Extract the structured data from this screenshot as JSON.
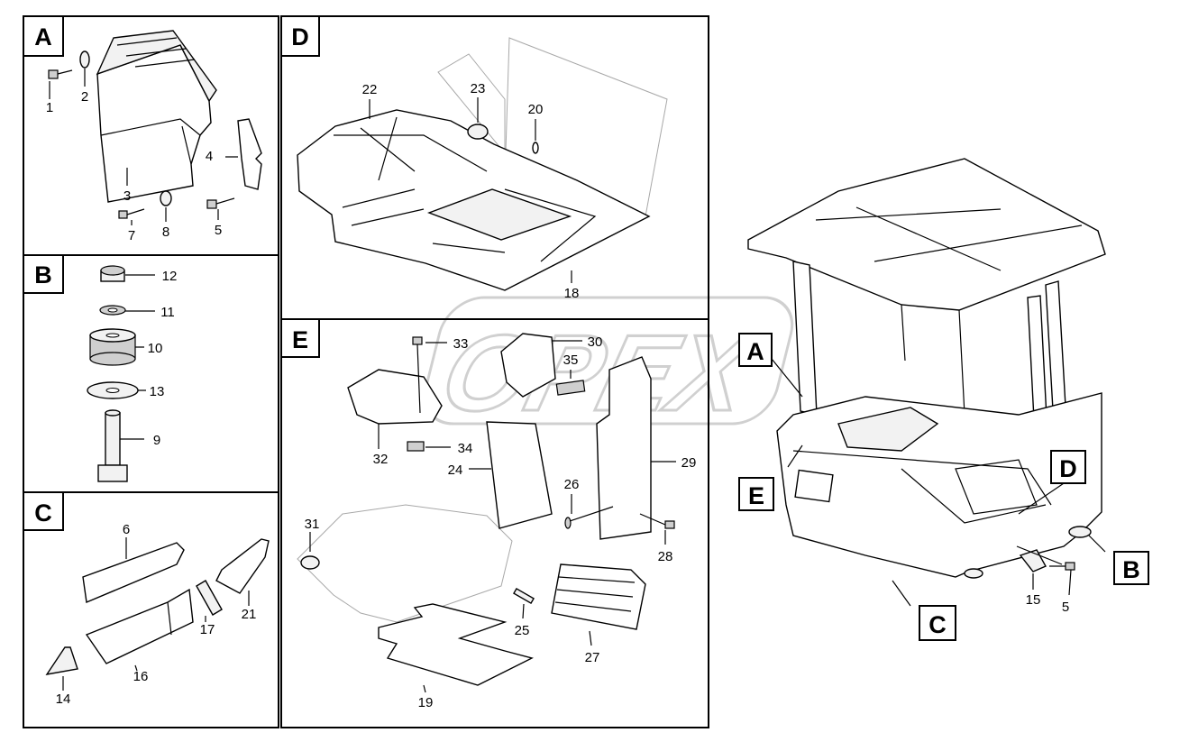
{
  "watermark": "OPEX",
  "panels": {
    "A": {
      "letter": "A",
      "callouts": [
        "1",
        "2",
        "3",
        "4",
        "5",
        "7",
        "8"
      ]
    },
    "B": {
      "letter": "B",
      "callouts": [
        "12",
        "11",
        "10",
        "13",
        "9"
      ]
    },
    "C": {
      "letter": "C",
      "callouts": [
        "6",
        "21",
        "17",
        "16",
        "14"
      ]
    },
    "D": {
      "letter": "D",
      "callouts": [
        "22",
        "23",
        "20",
        "18"
      ]
    },
    "E": {
      "letter": "E",
      "callouts": [
        "33",
        "30",
        "35",
        "32",
        "34",
        "24",
        "29",
        "26",
        "28",
        "31",
        "25",
        "27",
        "19"
      ]
    }
  },
  "cabin": {
    "section_tags": [
      "A",
      "E",
      "D",
      "B",
      "C"
    ],
    "callouts": [
      "15",
      "5"
    ]
  }
}
